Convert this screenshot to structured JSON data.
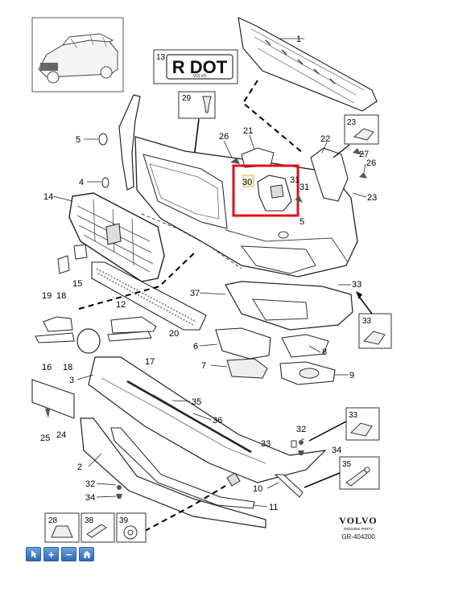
{
  "plate": {
    "number": "13",
    "text": "R DOT",
    "brand": "VOLVO"
  },
  "logo": {
    "brand": "VOLVO",
    "tagline": "GENUINE PARTS",
    "code": "GR-404200"
  },
  "boxes": {
    "b29": "29",
    "b23": "23",
    "b33a": "33",
    "b33b": "33",
    "b35": "35",
    "b28": "28",
    "b38": "38",
    "b39": "39"
  },
  "callouts": {
    "c1": "1",
    "c5a": "5",
    "c26a": "26",
    "c21": "21",
    "c22": "22",
    "c27": "27",
    "c26b": "26",
    "c23": "23",
    "c30": "30",
    "c31a": "31",
    "c31b": "31",
    "c5b": "5",
    "c4": "4",
    "c14": "14",
    "c15": "15",
    "c18a": "18",
    "c19": "19",
    "c12": "12",
    "c37": "37",
    "c33a": "33",
    "c16": "16",
    "c18b": "18",
    "c20": "20",
    "c17": "17",
    "c6": "6",
    "c8": "8",
    "c7": "7",
    "c9": "9",
    "c3": "3",
    "c35": "35",
    "c36": "36",
    "c25": "25",
    "c24": "24",
    "c32a": "32",
    "c33b": "33",
    "c34a": "34",
    "c2": "2",
    "c32b": "32",
    "c34b": "34",
    "c10": "10",
    "c11": "11"
  },
  "toolbar": {
    "pointer_icon": "pointer-icon",
    "zoom_in": "+",
    "zoom_out": "−",
    "home_icon": "home-icon"
  },
  "colors": {
    "highlight": "#e0101c",
    "toolbar": "#3a74c4"
  }
}
